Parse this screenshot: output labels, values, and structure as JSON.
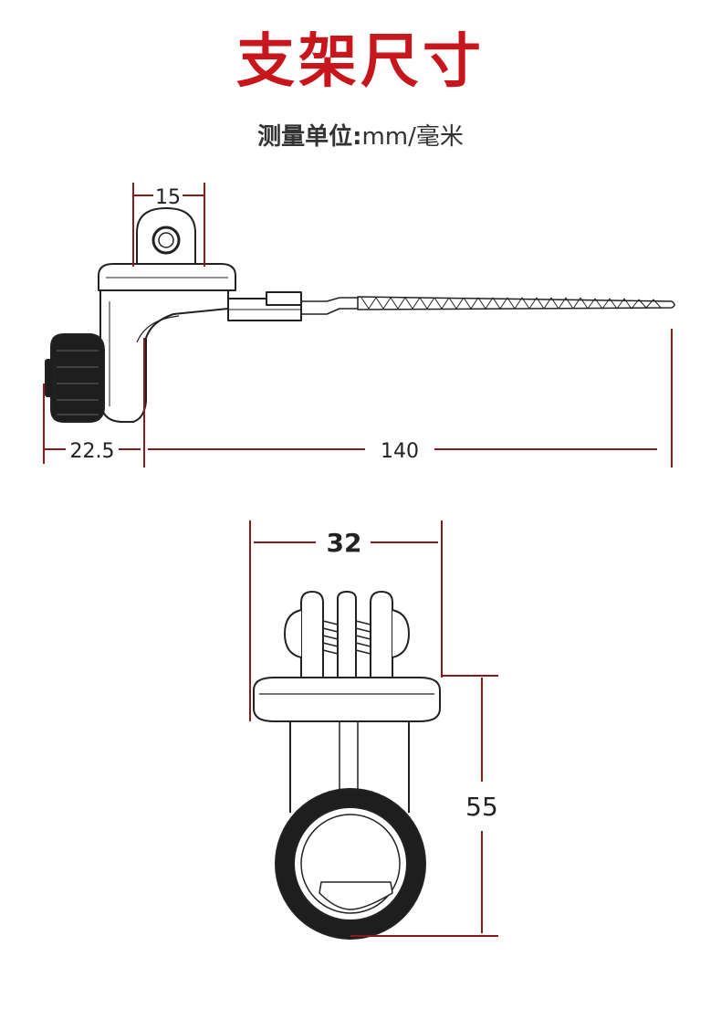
{
  "title": "支架尺寸",
  "subtitle": {
    "label": "测量单位:",
    "unit": "mm/毫米"
  },
  "colors": {
    "title": "#c8161d",
    "dimension_line": "#8b1a1a",
    "outline": "#222222"
  },
  "dimensions": {
    "side_top_width": "15",
    "side_knob_width": "22.5",
    "side_length": "140",
    "front_width": "32",
    "front_height": "55"
  }
}
